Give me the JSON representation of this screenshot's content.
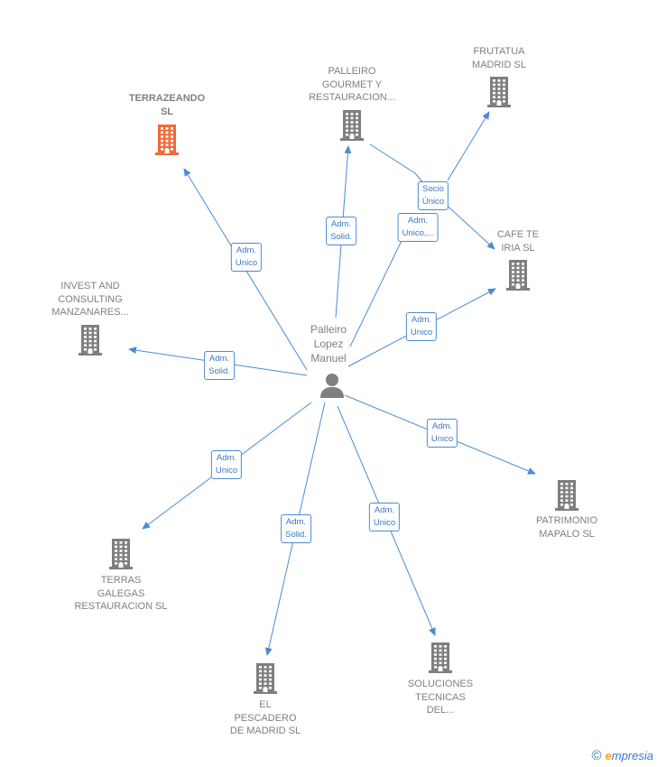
{
  "center": {
    "label": "Palleiro\nLopez\nManuel"
  },
  "nodes": [
    {
      "id": "terrazeando",
      "label": "TERRAZEANDO\nSL",
      "highlight": true
    },
    {
      "id": "palleiro_gourmet",
      "label": "PALLEIRO\nGOURMET Y\nRESTAURACION..."
    },
    {
      "id": "frutatua",
      "label": "FRUTATUA\nMADRID SL"
    },
    {
      "id": "cafe_te_iria",
      "label": "CAFE TE\nIRIA SL"
    },
    {
      "id": "invest",
      "label": "INVEST AND\nCONSULTING\nMANZANARES..."
    },
    {
      "id": "patrimonio",
      "label": "PATRIMONIO\nMAPALO SL"
    },
    {
      "id": "terras_galegas",
      "label": "TERRAS\nGALEGAS\nRESTAURACION SL"
    },
    {
      "id": "el_pescadero",
      "label": "EL\nPESCADERO\nDE MADRID SL"
    },
    {
      "id": "soluciones",
      "label": "SOLUCIONES\nTECNICAS\nDEL..."
    }
  ],
  "edges": [
    {
      "to": "terrazeando",
      "label": "Adm.\nUnico"
    },
    {
      "to": "palleiro_gourmet",
      "label": "Adm.\nSolid."
    },
    {
      "to": "cafe_te_iria",
      "label": "Adm.\nUnico,..."
    },
    {
      "to": "cafe_te_iria",
      "label": "Adm.\nUnico"
    },
    {
      "to": "invest",
      "label": "Adm.\nSolid."
    },
    {
      "to": "patrimonio",
      "label": "Adm.\nUnico"
    },
    {
      "to": "terras_galegas",
      "label": "Adm.\nUnico"
    },
    {
      "to": "el_pescadero",
      "label": "Adm.\nSolid."
    },
    {
      "to": "soluciones",
      "label": "Adm.\nUnico"
    },
    {
      "from": "palleiro_gourmet",
      "to": "frutatua",
      "label": "Socio\nÚnico"
    }
  ],
  "colors": {
    "edge": "#4a8bd6",
    "building": "#7f7f7f",
    "highlight_building": "#f26a3a",
    "person": "#7f7f7f"
  },
  "icons": {
    "company": "building-icon",
    "person": "person-icon"
  },
  "brand": {
    "copyright": "©",
    "e": "e",
    "rest": "mpresia"
  }
}
